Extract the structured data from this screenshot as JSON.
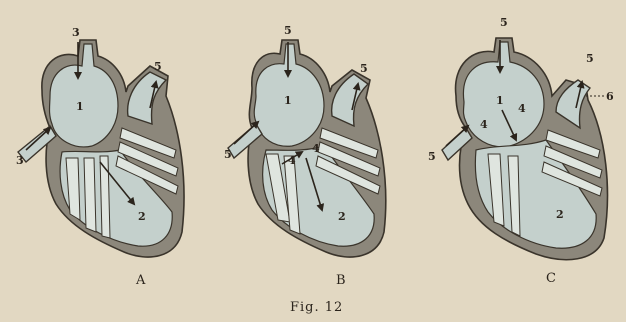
{
  "figure": {
    "caption": "Fig. 12",
    "panels": [
      {
        "letter": "A",
        "labels": [
          "3",
          "1",
          "3",
          "5",
          "2"
        ]
      },
      {
        "letter": "B",
        "labels": [
          "5",
          "1",
          "5",
          "5",
          "4",
          "4",
          "2"
        ]
      },
      {
        "letter": "C",
        "labels": [
          "5",
          "1",
          "4",
          "4",
          "5",
          "5",
          "6",
          "2"
        ]
      }
    ]
  },
  "colors": {
    "page": "#e6dcc7",
    "cavity": "#c4d0cc",
    "wall": "#8c877b",
    "ink": "#2b241c"
  }
}
